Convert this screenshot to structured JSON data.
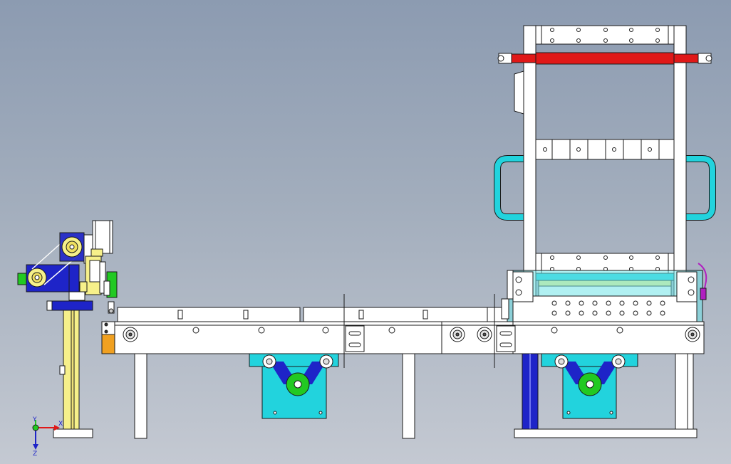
{
  "viewport": {
    "background_top": "#8c9bb1",
    "background_bottom": "#c4c9d2"
  },
  "colors": {
    "frame": "#ffffff",
    "outline": "#1a1a1a",
    "cyan": "#22d3dd",
    "cyan_light": "#6fe3e8",
    "red": "#e01818",
    "blue": "#1e24c8",
    "blue_dark": "#1a1f8f",
    "green": "#22c922",
    "yellow": "#f6f08a",
    "orange": "#f0a020",
    "magenta": "#b020c0",
    "grey": "#c8c8c8"
  },
  "icons": {
    "triad": "xyz-axis-triad-icon",
    "bolt": "bolt-hole-icon",
    "pulley": "pulley-icon",
    "wheel": "drive-wheel-icon"
  },
  "axis_triad": {
    "x_label": "X",
    "y_label": "Y",
    "z_label": "Z"
  }
}
